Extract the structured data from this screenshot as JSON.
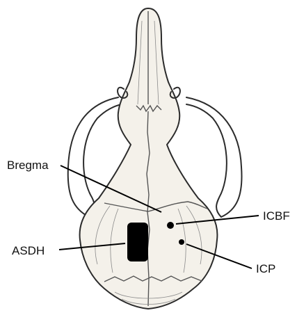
{
  "labels": {
    "bregma": "Bregma",
    "icbf": "ICBF",
    "asdh": "ASDH",
    "icp": "ICP"
  },
  "colors": {
    "marker": "#000000",
    "bone": "#f4f1ea",
    "ink": "#2b2b2b"
  }
}
